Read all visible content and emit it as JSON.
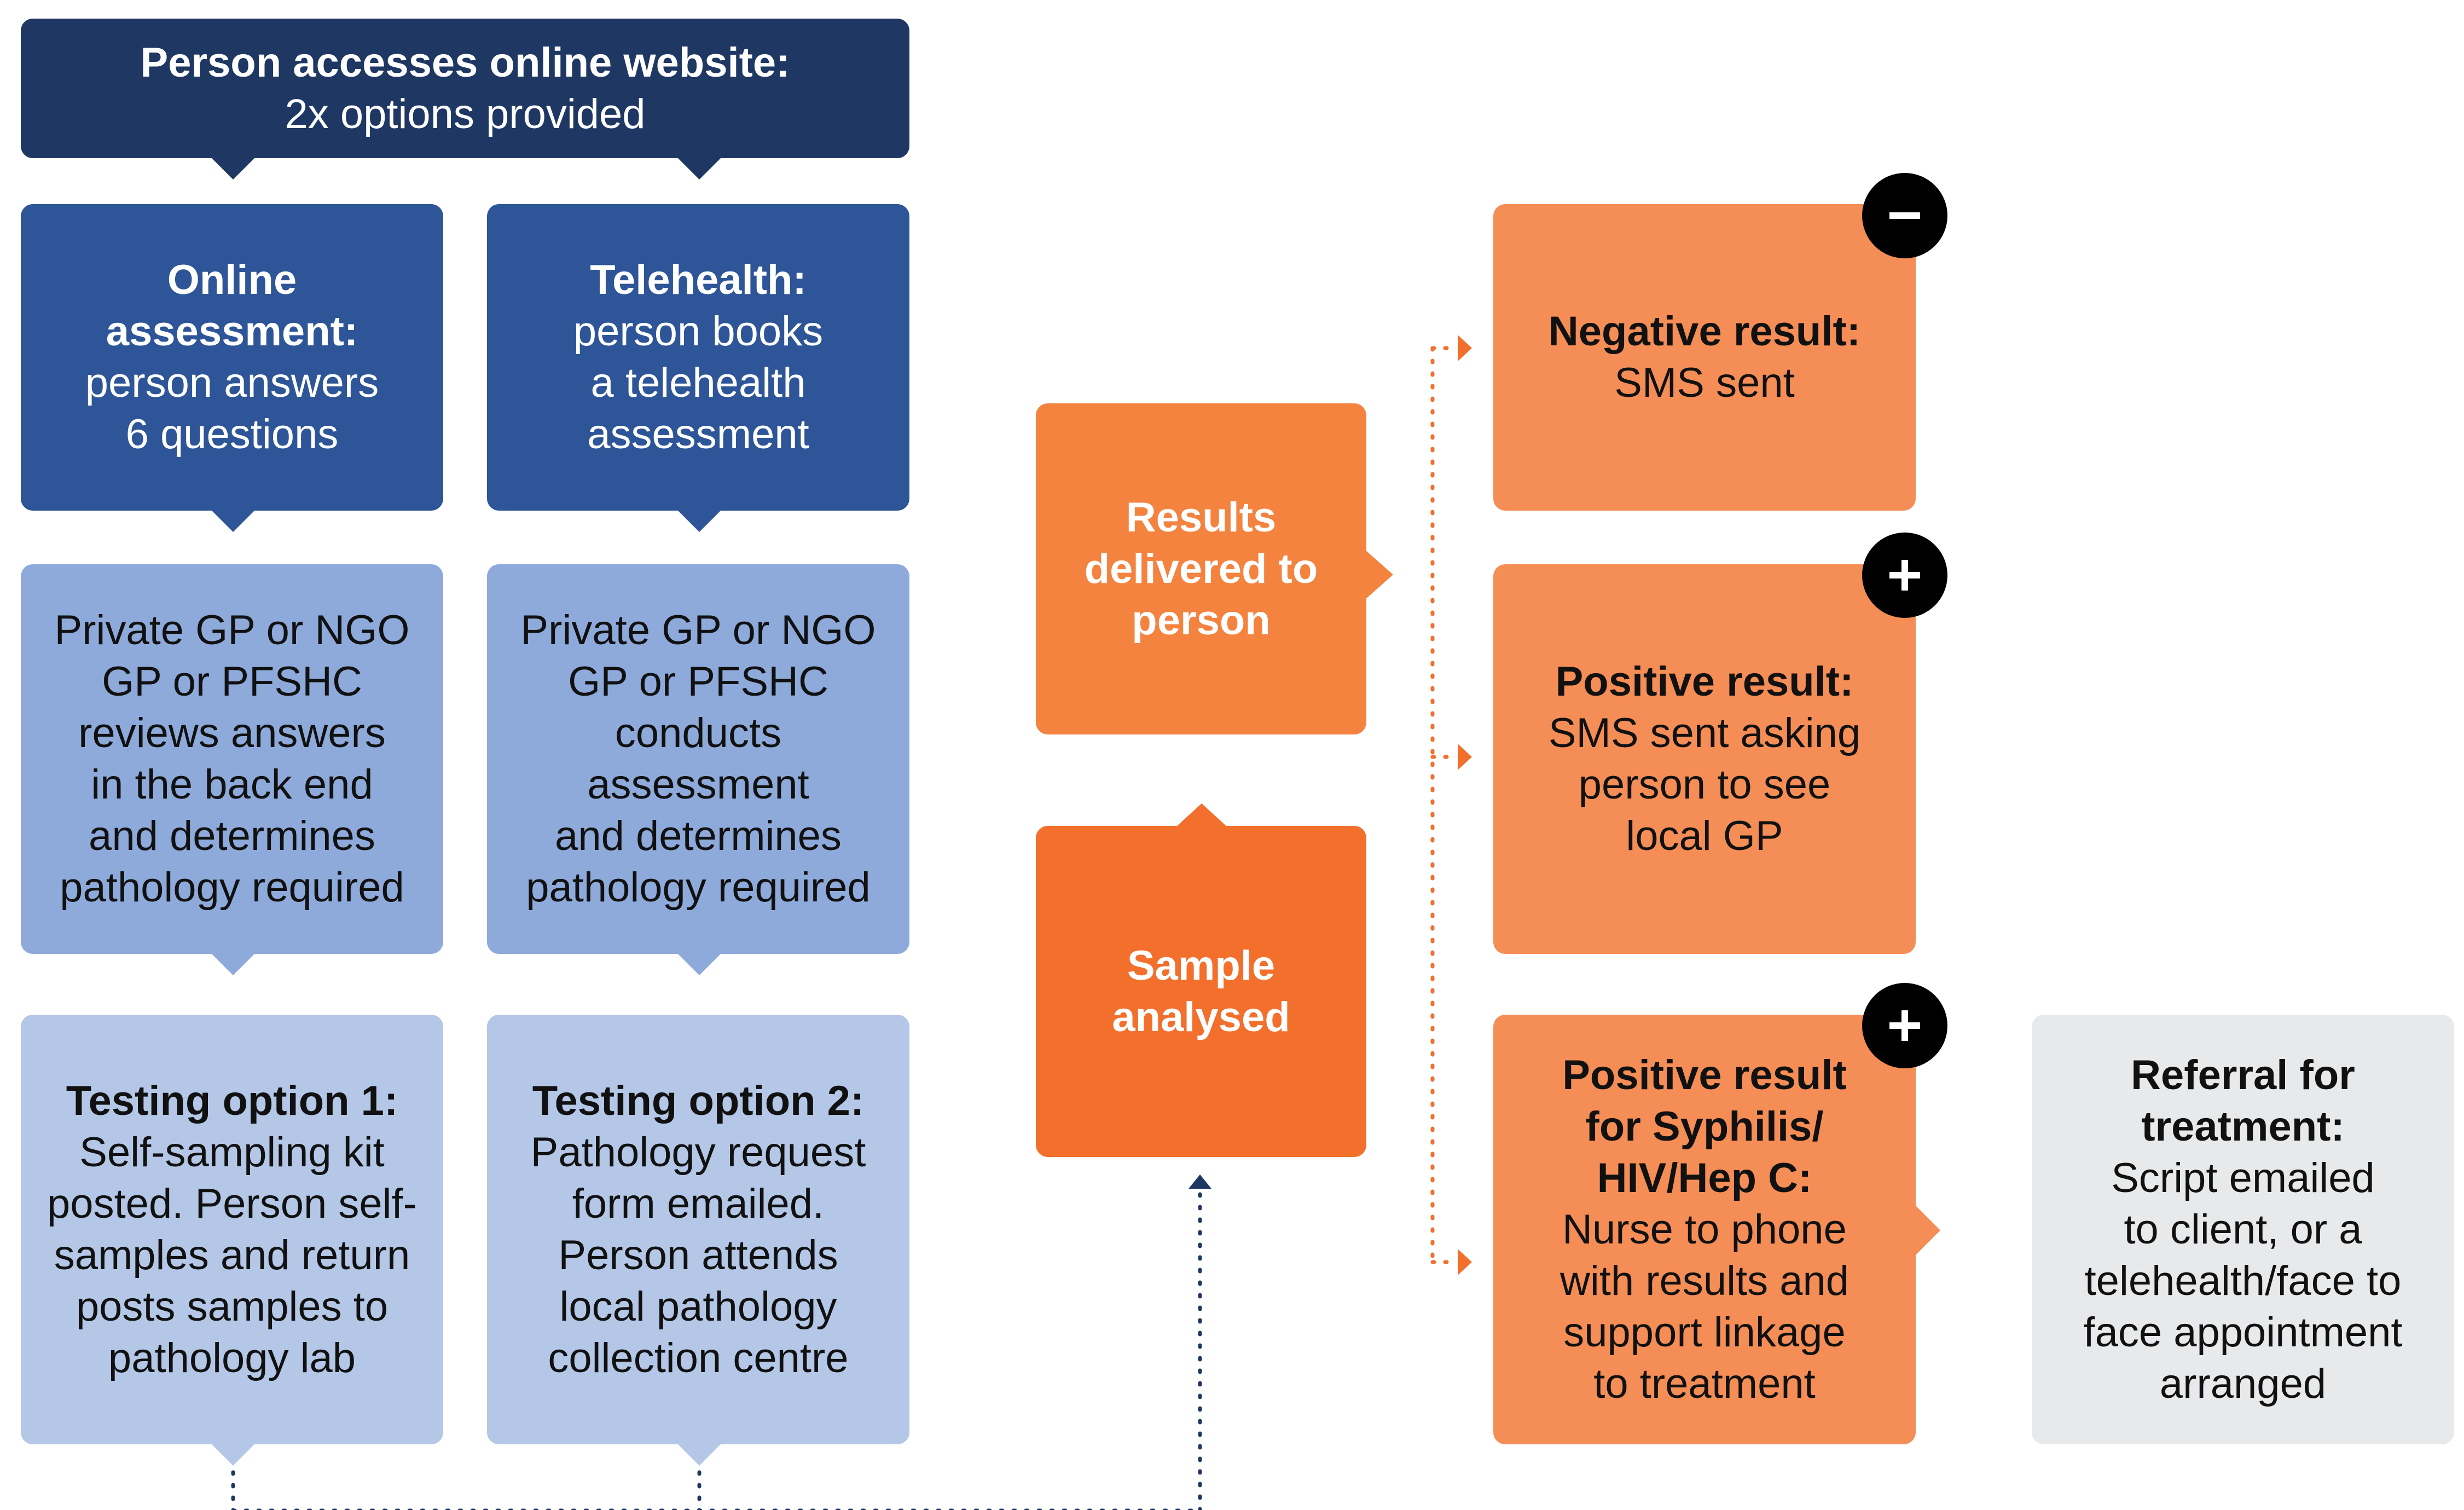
{
  "colors": {
    "navy": "#1f3763",
    "blue": "#2e5597",
    "mid_blue": "#8eaadb",
    "light_blue": "#b4c7e7",
    "orange": "#f58d56",
    "orange_strong": "#f26f2c",
    "grey": "#e8e9ea",
    "connector_navy": "#1f3763",
    "connector_orange": "#f26f2c"
  },
  "nodes": {
    "start": {
      "title": "Person accesses online website:",
      "body": "2x options provided"
    },
    "online_assessment": {
      "title": "Online\nassessment:",
      "body": "person answers\n6 questions"
    },
    "telehealth": {
      "title": "Telehealth:",
      "body": "person books\na telehealth\nassessment"
    },
    "review_answers": {
      "title": "",
      "body": "Private GP or NGO\nGP or PFSHC\nreviews answers\nin the back end\nand determines\npathology required"
    },
    "conduct_assessment": {
      "title": "",
      "body": "Private GP or NGO\nGP or PFSHC\nconducts\nassessment\nand determines\npathology required"
    },
    "testing_option_1": {
      "title": "Testing option 1:",
      "body": "Self-sampling kit\nposted. Person self-\nsamples and return\nposts samples to\npathology lab"
    },
    "testing_option_2": {
      "title": "Testing option 2:",
      "body": "Pathology request\nform emailed.\nPerson attends\nlocal pathology\ncollection centre"
    },
    "results_delivered": {
      "title": "Results\ndelivered to\nperson",
      "body": ""
    },
    "sample_analysed": {
      "title": "Sample\nanalysed",
      "body": ""
    },
    "negative_result": {
      "title": "Negative result:",
      "body": "SMS sent"
    },
    "positive_result": {
      "title": "Positive result:",
      "body": "SMS sent asking\nperson to see\nlocal GP"
    },
    "positive_result_bbv": {
      "title": "Positive result\nfor Syphilis/\nHIV/Hep C:",
      "body": "Nurse to phone\nwith results and\nsupport linkage\nto treatment"
    },
    "referral": {
      "title": "Referral for\ntreatment:",
      "body": "Script emailed\nto client, or a\ntelehealth/face to\nface appointment\narranged"
    }
  },
  "badges": {
    "negative": "minus-icon",
    "positive": "plus-icon",
    "positive_bbv": "plus-icon"
  }
}
